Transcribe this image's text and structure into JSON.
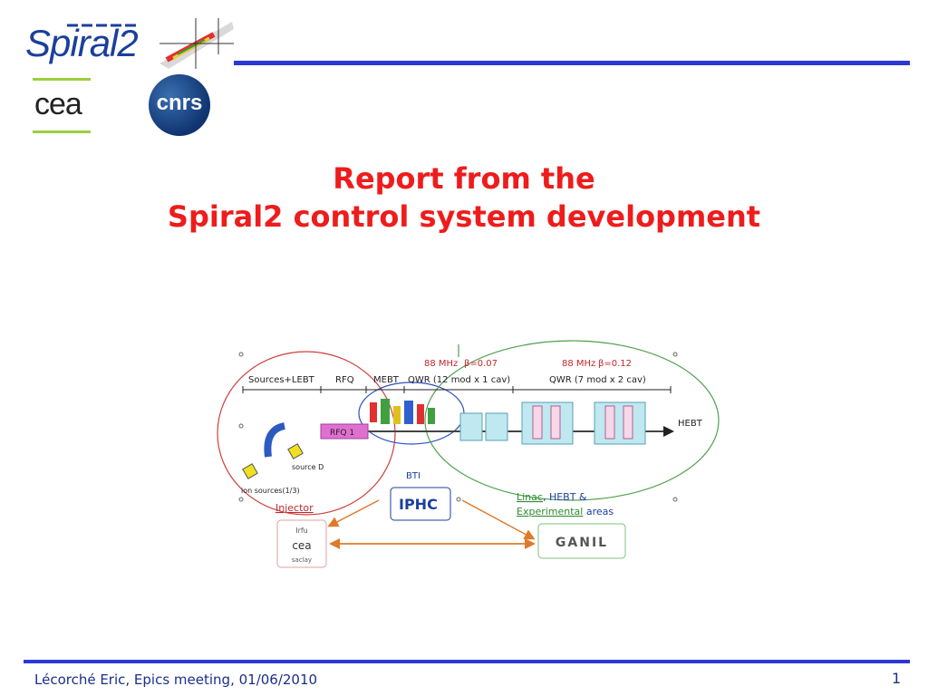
{
  "colors": {
    "accent": "#2d37d6",
    "title": "#ee1c1c",
    "injector": "#c0272d",
    "linac": "#2f8a2f",
    "arrow": "#e07a2b"
  },
  "logos": {
    "spiral2": "Spiral2",
    "cea": "cea",
    "cnrs": "cnrs"
  },
  "title": {
    "line1": "Report from the",
    "line2": "Spiral2 control system development"
  },
  "diagram": {
    "sections": {
      "sources": "Sources+LEBT",
      "rfq": "RFQ",
      "mebt": "MEBT",
      "qwr1": "QWR (12 mod x 1 cav)",
      "qwr2": "QWR (7 mod x 2 cav)"
    },
    "freq1": "88 MHz",
    "beta1": "β=0.07",
    "freq2": "88 MHz",
    "beta2": "β=0.12",
    "hebt": "HEBT",
    "rfq_box": "RFQ 1",
    "source_d": "source D",
    "ion_sources": "ion sources(1/3)",
    "injector": "Injector",
    "bti": "BTI",
    "iphc": "IPHC",
    "linac": "Linac",
    "linac_rest1": ", HEBT &",
    "experimental": "Experimental",
    "linac_rest2": " areas",
    "irfu_lines": [
      "Irfu",
      "cea",
      "saclay"
    ],
    "ganil": "GANIL"
  },
  "footer": {
    "author": "Lécorché Eric, Epics meeting, 01/06/2010",
    "page": "1"
  }
}
